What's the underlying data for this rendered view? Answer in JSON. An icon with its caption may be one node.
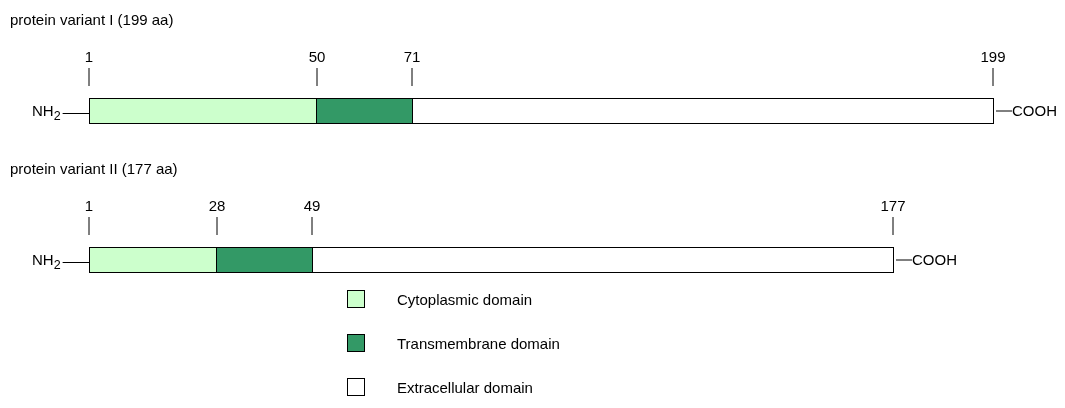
{
  "diagram": {
    "nodes": [
      {
        "text": [
          "NH$_{2}$"
        ]
      },
      {
        "text": [],
        "shape": "bar"
      },
      {
        "text": [],
        "shape": "bar"
      },
      {
        "text": [],
        "shape": "bar"
      },
      {
        "text": [
          "COOH"
        ]
      },
      {
        "text": [
          "NH$_{2}$"
        ]
      },
      {
        "text": [],
        "shape": "bar"
      },
      {
        "text": [],
        "shape": "bar"
      },
      {
        "text": [],
        "shape": "bar"
      },
      {
        "text": [
          "COOH"
        ]
      }
    ],
    "edges": [
      {
        "from": 0,
        "to": 1,
        "arrow": "none"
      },
      {
        "from": 3,
        "to": 4,
        "arrow": "none"
      },
      {
        "from": 5,
        "to": 6,
        "arrow": "none"
      },
      {
        "from": 8,
        "to": 9,
        "arrow": "none"
      }
    ],
    "labels": [
      "protein variant I (199 aa)",
      "1",
      "50",
      "71",
      "199",
      "protein variant II (177 aa)",
      "1",
      "28",
      "49",
      "177"
    ],
    "legend": [
      {
        "text": "Cytoplasmic domain",
        "color": "#ccffcc"
      },
      {
        "text": "Transmembrane domain",
        "color": "#339966"
      },
      {
        "text": "Extracellular domain",
        "color": "#ffffff"
      }
    ]
  }
}
